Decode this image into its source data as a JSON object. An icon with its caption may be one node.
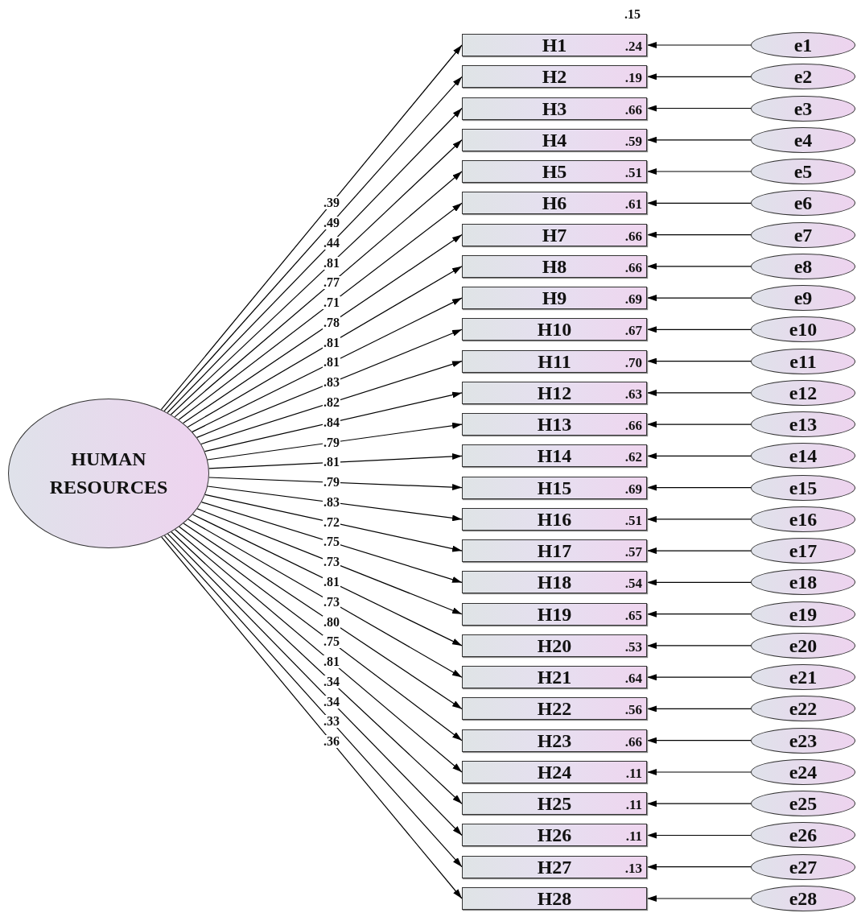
{
  "diagram": {
    "nodes": [
      {
        "text": [
          "HUMAN RESOURCES"
        ]
      },
      {
        "text": [
          "H1",
          ".24"
        ]
      },
      {
        "text": [
          "H2",
          ".19"
        ]
      },
      {
        "text": [
          "H3",
          ".66"
        ]
      },
      {
        "text": [
          "H4",
          ".59"
        ]
      },
      {
        "text": [
          "H5",
          ".51"
        ]
      },
      {
        "text": [
          "H6",
          ".61"
        ]
      },
      {
        "text": [
          "H7",
          ".66"
        ]
      },
      {
        "text": [
          "H8",
          ".66"
        ]
      },
      {
        "text": [
          "H9",
          ".69"
        ]
      },
      {
        "text": [
          "H10",
          ".67"
        ]
      },
      {
        "text": [
          "H11",
          ".70"
        ]
      },
      {
        "text": [
          "H12",
          ".63"
        ]
      },
      {
        "text": [
          "H13",
          ".66"
        ]
      },
      {
        "text": [
          "H14",
          ".62"
        ]
      },
      {
        "text": [
          "H15",
          ".69"
        ]
      },
      {
        "text": [
          "H16",
          ".51"
        ]
      },
      {
        "text": [
          "H17",
          ".57"
        ]
      },
      {
        "text": [
          "H18",
          ".54"
        ]
      },
      {
        "text": [
          "H19",
          ".65"
        ]
      },
      {
        "text": [
          "H20",
          ".53"
        ]
      },
      {
        "text": [
          "H21",
          ".64"
        ]
      },
      {
        "text": [
          "H22",
          ".56"
        ]
      },
      {
        "text": [
          "H23",
          ".66"
        ]
      },
      {
        "text": [
          "H24",
          ".11"
        ]
      },
      {
        "text": [
          "H25",
          ".11"
        ]
      },
      {
        "text": [
          "H26",
          ".11"
        ]
      },
      {
        "text": [
          "H27",
          ".13"
        ]
      },
      {
        "text": [
          "H28"
        ]
      },
      {
        "text": [
          "e1"
        ]
      },
      {
        "text": [
          "e2"
        ]
      },
      {
        "text": [
          "e3"
        ]
      },
      {
        "text": [
          "e4"
        ]
      },
      {
        "text": [
          "e5"
        ]
      },
      {
        "text": [
          "e6"
        ]
      },
      {
        "text": [
          "e7"
        ]
      },
      {
        "text": [
          "e8"
        ]
      },
      {
        "text": [
          "e9"
        ]
      },
      {
        "text": [
          "e10"
        ]
      },
      {
        "text": [
          "e11"
        ]
      },
      {
        "text": [
          "e12"
        ]
      },
      {
        "text": [
          "e13"
        ]
      },
      {
        "text": [
          "e14"
        ]
      },
      {
        "text": [
          "e15"
        ]
      },
      {
        "text": [
          "e16"
        ]
      },
      {
        "text": [
          "e17"
        ]
      },
      {
        "text": [
          "e18"
        ]
      },
      {
        "text": [
          "e19"
        ]
      },
      {
        "text": [
          "e20"
        ]
      },
      {
        "text": [
          "e21"
        ]
      },
      {
        "text": [
          "e22"
        ]
      },
      {
        "text": [
          "e23"
        ]
      },
      {
        "text": [
          "e24"
        ]
      },
      {
        "text": [
          "e25"
        ]
      },
      {
        "text": [
          "e26"
        ]
      },
      {
        "text": [
          "e27"
        ]
      },
      {
        "text": [
          "e28"
        ]
      }
    ],
    "edges": [
      {
        "from": 0,
        "to": 1,
        "arrow": "to",
        "label": ".39"
      },
      {
        "from": 0,
        "to": 2,
        "arrow": "to",
        "label": ".49"
      },
      {
        "from": 0,
        "to": 3,
        "arrow": "to",
        "label": ".44"
      },
      {
        "from": 0,
        "to": 4,
        "arrow": "to",
        "label": ".81"
      },
      {
        "from": 0,
        "to": 5,
        "arrow": "to",
        "label": ".77"
      },
      {
        "from": 0,
        "to": 6,
        "arrow": "to",
        "label": ".71"
      },
      {
        "from": 0,
        "to": 7,
        "arrow": "to",
        "label": ".78"
      },
      {
        "from": 0,
        "to": 8,
        "arrow": "to",
        "label": ".81"
      },
      {
        "from": 0,
        "to": 9,
        "arrow": "to",
        "label": ".81"
      },
      {
        "from": 0,
        "to": 10,
        "arrow": "to",
        "label": ".83"
      },
      {
        "from": 0,
        "to": 11,
        "arrow": "to",
        "label": ".82"
      },
      {
        "from": 0,
        "to": 12,
        "arrow": "to",
        "label": ".84"
      },
      {
        "from": 0,
        "to": 13,
        "arrow": "to",
        "label": ".79"
      },
      {
        "from": 0,
        "to": 14,
        "arrow": "to",
        "label": ".81"
      },
      {
        "from": 0,
        "to": 15,
        "arrow": "to",
        "label": ".79"
      },
      {
        "from": 0,
        "to": 16,
        "arrow": "to",
        "label": ".83"
      },
      {
        "from": 0,
        "to": 17,
        "arrow": "to",
        "label": ".72"
      },
      {
        "from": 0,
        "to": 18,
        "arrow": "to",
        "label": ".75"
      },
      {
        "from": 0,
        "to": 19,
        "arrow": "to",
        "label": ".73"
      },
      {
        "from": 0,
        "to": 20,
        "arrow": "to",
        "label": ".81"
      },
      {
        "from": 0,
        "to": 21,
        "arrow": "to",
        "label": ".73"
      },
      {
        "from": 0,
        "to": 22,
        "arrow": "to",
        "label": ".80"
      },
      {
        "from": 0,
        "to": 23,
        "arrow": "to",
        "label": ".75"
      },
      {
        "from": 0,
        "to": 24,
        "arrow": "to",
        "label": ".81"
      },
      {
        "from": 0,
        "to": 25,
        "arrow": "to",
        "label": ".34"
      },
      {
        "from": 0,
        "to": 26,
        "arrow": "to",
        "label": ".34"
      },
      {
        "from": 0,
        "to": 27,
        "arrow": "to",
        "label": ".33"
      },
      {
        "from": 0,
        "to": 28,
        "arrow": "to",
        "label": ".36"
      },
      {
        "from": 29,
        "to": 1,
        "arrow": "to"
      },
      {
        "from": 30,
        "to": 2,
        "arrow": "to"
      },
      {
        "from": 31,
        "to": 3,
        "arrow": "to"
      },
      {
        "from": 32,
        "to": 4,
        "arrow": "to"
      },
      {
        "from": 33,
        "to": 5,
        "arrow": "to"
      },
      {
        "from": 34,
        "to": 6,
        "arrow": "to"
      },
      {
        "from": 35,
        "to": 7,
        "arrow": "to"
      },
      {
        "from": 36,
        "to": 8,
        "arrow": "to"
      },
      {
        "from": 37,
        "to": 9,
        "arrow": "to"
      },
      {
        "from": 38,
        "to": 10,
        "arrow": "to"
      },
      {
        "from": 39,
        "to": 11,
        "arrow": "to"
      },
      {
        "from": 40,
        "to": 12,
        "arrow": "to"
      },
      {
        "from": 41,
        "to": 13,
        "arrow": "to"
      },
      {
        "from": 42,
        "to": 14,
        "arrow": "to"
      },
      {
        "from": 43,
        "to": 15,
        "arrow": "to"
      },
      {
        "from": 44,
        "to": 16,
        "arrow": "to"
      },
      {
        "from": 45,
        "to": 17,
        "arrow": "to"
      },
      {
        "from": 46,
        "to": 18,
        "arrow": "to"
      },
      {
        "from": 47,
        "to": 19,
        "arrow": "to"
      },
      {
        "from": 48,
        "to": 20,
        "arrow": "to"
      },
      {
        "from": 49,
        "to": 21,
        "arrow": "to"
      },
      {
        "from": 50,
        "to": 22,
        "arrow": "to"
      },
      {
        "from": 51,
        "to": 23,
        "arrow": "to"
      },
      {
        "from": 52,
        "to": 24,
        "arrow": "to"
      },
      {
        "from": 53,
        "to": 25,
        "arrow": "to"
      },
      {
        "from": 54,
        "to": 26,
        "arrow": "to"
      },
      {
        "from": 55,
        "to": 27,
        "arrow": "to"
      },
      {
        "from": 56,
        "to": 28,
        "arrow": "to"
      }
    ],
    "labels": [
      ".15"
    ]
  }
}
